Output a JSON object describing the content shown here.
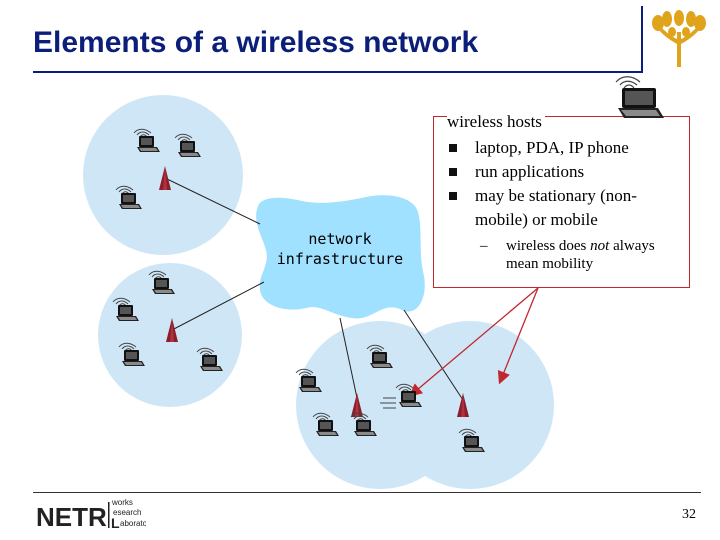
{
  "slide": {
    "title": "Elements of a wireless network",
    "page_number": "32"
  },
  "callout": {
    "title": "wireless hosts",
    "bullets": [
      "laptop, PDA, IP phone",
      "run applications",
      "may be stationary (non-mobile) or mobile"
    ],
    "sub_bullet_prefix": "wireless does ",
    "sub_bullet_emphasis": "not",
    "sub_bullet_suffix": " always mean mobility"
  },
  "network_cloud": {
    "label_line1": "network",
    "label_line2": "infrastructure"
  },
  "footer_logo": {
    "letters": "NETR",
    "letter_L": "L",
    "word1": "works",
    "word2": "esearch",
    "word3": "aboratory"
  },
  "colors": {
    "title": "#0b1f7a",
    "cell_fill": "#cfe6f7",
    "cloud_fill": "#9fe1ff",
    "base_station": "#8a1f2b",
    "callout_border": "#c0282d",
    "arrow": "#c0282d",
    "logo_gold": "#e0a41c"
  },
  "icons": [
    "laptop-icon",
    "base-station-icon",
    "cloud-shape",
    "university-logo",
    "netrl-logo"
  ]
}
